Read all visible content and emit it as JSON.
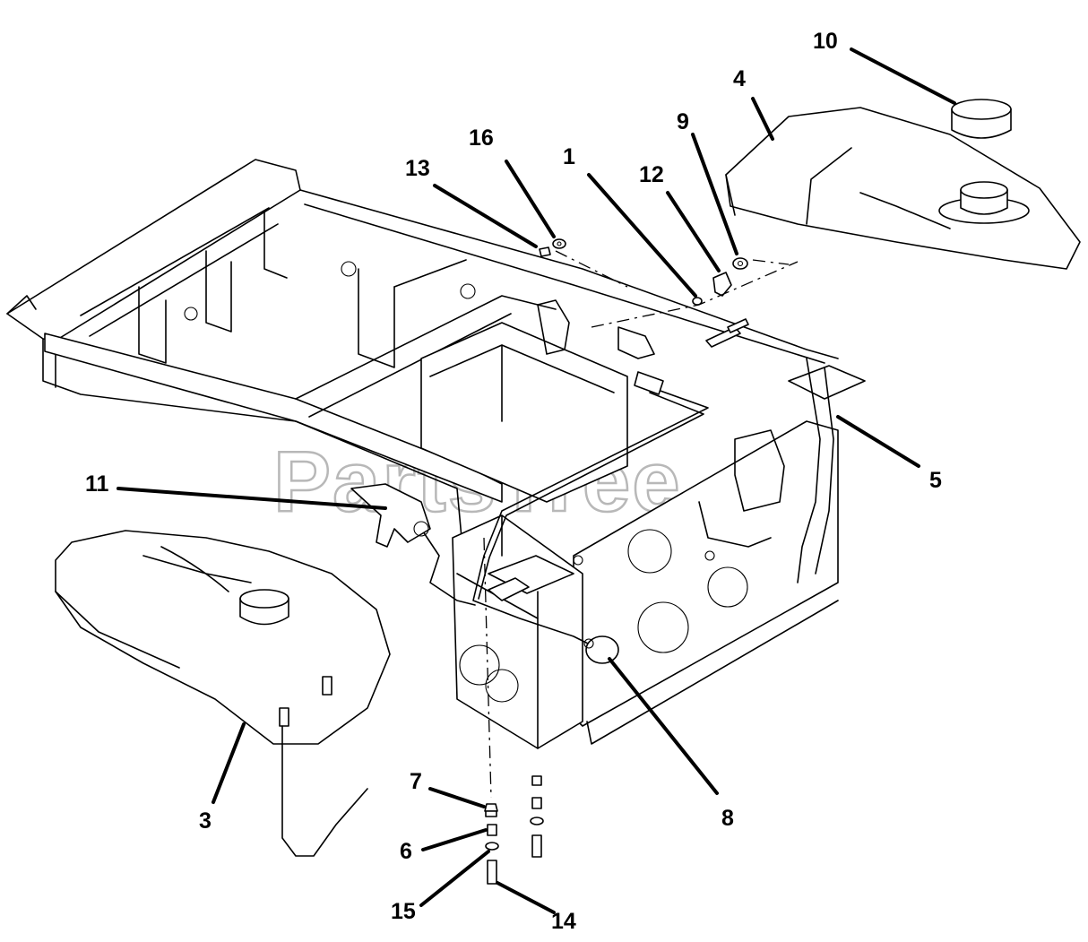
{
  "watermark": "PartsTree",
  "callouts": [
    {
      "id": "1",
      "label": "1"
    },
    {
      "id": "3",
      "label": "3"
    },
    {
      "id": "4",
      "label": "4"
    },
    {
      "id": "5",
      "label": "5"
    },
    {
      "id": "6",
      "label": "6"
    },
    {
      "id": "7",
      "label": "7"
    },
    {
      "id": "8",
      "label": "8"
    },
    {
      "id": "9",
      "label": "9"
    },
    {
      "id": "10",
      "label": "10"
    },
    {
      "id": "11",
      "label": "11"
    },
    {
      "id": "12",
      "label": "12"
    },
    {
      "id": "13",
      "label": "13"
    },
    {
      "id": "14",
      "label": "14"
    },
    {
      "id": "15",
      "label": "15"
    },
    {
      "id": "16",
      "label": "16"
    }
  ]
}
